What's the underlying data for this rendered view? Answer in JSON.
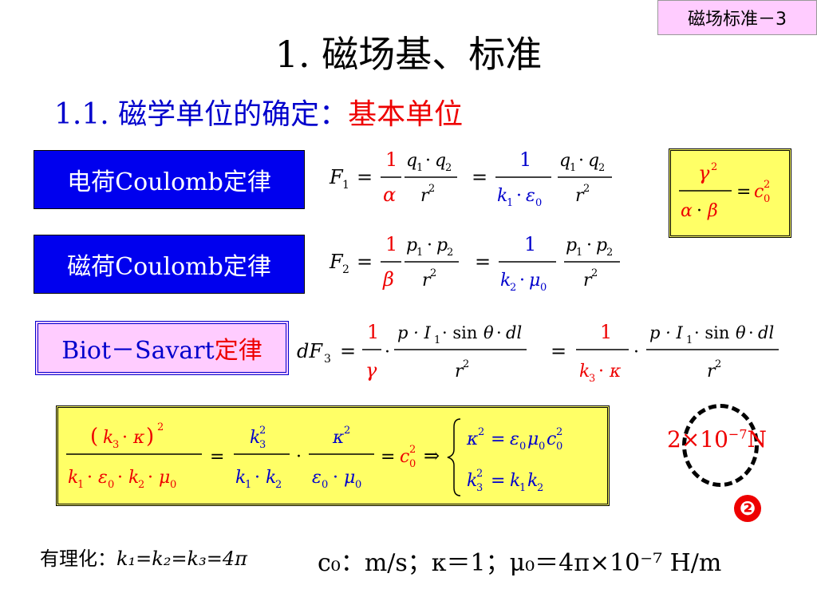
{
  "header": {
    "slide_tag": "磁场标准－3",
    "title": "1. 磁场基、标准",
    "subtitle_blue": "1.1. 磁学单位的确定：",
    "subtitle_red": "基本单位"
  },
  "laws": {
    "electric": "电荷Coulomb定律",
    "magnetic": "磁荷Coulomb定律",
    "biot_blue": "Biot－Savart",
    "biot_red": "定律"
  },
  "right_side": {
    "force_value": "2×10",
    "force_exp": "−7",
    "force_unit": "N",
    "marker": "❷"
  },
  "bottom": {
    "rationalize_label": "有理化：",
    "rationalize_formula": "k₁=k₂=k₃=4π",
    "units_line": "c₀：m/s；κ＝1；μ₀＝4π×10⁻⁷ H/m"
  },
  "colors": {
    "blue": "#0000ee",
    "red": "#ee0000",
    "yellow": "#ffff66",
    "pink": "#ffccff"
  }
}
